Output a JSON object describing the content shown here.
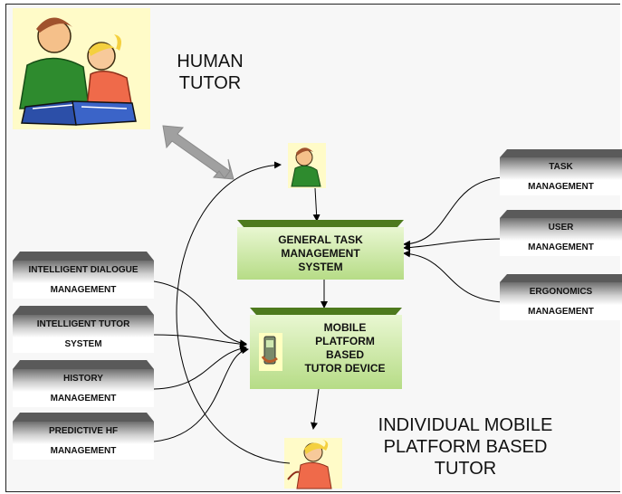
{
  "labels": {
    "human_tutor": [
      "HUMAN",
      "TUTOR"
    ],
    "individual_tutor": [
      "INDIVIDUAL MOBILE",
      "PLATFORM BASED",
      "TUTOR"
    ]
  },
  "center": {
    "general": [
      "GENERAL TASK",
      "MANAGEMENT",
      "SYSTEM"
    ],
    "mobile": [
      "MOBILE",
      "PLATFORM",
      "BASED",
      "TUTOR DEVICE"
    ]
  },
  "left_boxes": [
    [
      "INTELLIGENT DIALOGUE",
      "MANAGEMENT"
    ],
    [
      "INTELLIGENT TUTOR",
      "SYSTEM"
    ],
    [
      "HISTORY",
      "MANAGEMENT"
    ],
    [
      "PREDICTIVE HF",
      "MANAGEMENT"
    ]
  ],
  "right_boxes": [
    [
      "TASK",
      "MANAGEMENT"
    ],
    [
      "USER",
      "MANAGEMENT"
    ],
    [
      "ERGONOMICS",
      "MANAGEMENT"
    ]
  ],
  "colors": {
    "green_top": "#e9f7d2",
    "green_bottom": "#b6dc86",
    "arrow": "#a0a0a0"
  }
}
